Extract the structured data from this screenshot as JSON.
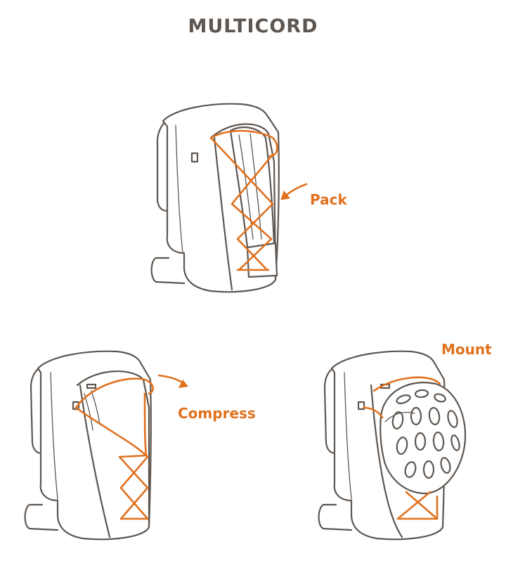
{
  "title": "MULTICORD",
  "labels": {
    "pack": "Pack",
    "compress": "Compress",
    "mount": "Mount"
  },
  "colors": {
    "outline": "#5e5650",
    "accent": "#e0711e",
    "title": "#5e5650",
    "background": "#ffffff"
  },
  "icons": {
    "pack": "backpack-pack-illustration",
    "compress": "backpack-compress-illustration",
    "mount": "backpack-mount-helmet-illustration"
  }
}
